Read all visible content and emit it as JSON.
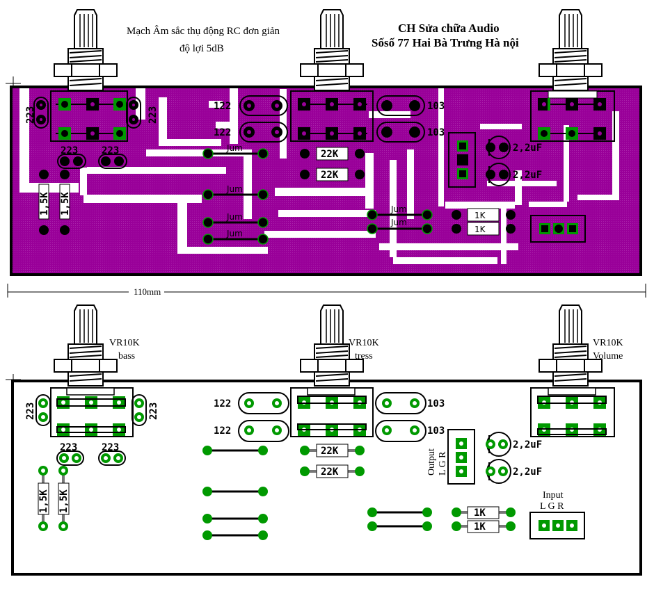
{
  "header": {
    "title_line1": "Mạch Âm sắc thụ động RC đơn giản",
    "title_line2": "độ lợi 5dB",
    "shop_line1": "CH  Sửa chữa Audio",
    "shop_line2": "Sốsố 77 Hai Bà Trưng Hà nội"
  },
  "colors": {
    "copper": "#990099",
    "pad_green": "#009900",
    "silkscreen": "#000000",
    "background": "#ffffff"
  },
  "dimension": {
    "label": "110mm"
  },
  "copper_view": {
    "cap_labels": [
      "223",
      "223",
      "223",
      "223",
      "122",
      "122",
      "103",
      "103"
    ],
    "resistors": {
      "r1": "1,5K",
      "r2": "1,5K",
      "r3": "22K",
      "r4": "22K",
      "r5": "1K",
      "r6": "1K"
    },
    "electrolytic": {
      "c1": "2,2uF",
      "c2": "2,2uF"
    },
    "jumper_label": "Jum"
  },
  "component_view": {
    "pots": [
      {
        "value": "VR10K",
        "name": "bass"
      },
      {
        "value": "VR10K",
        "name": "tress"
      },
      {
        "value": "VR10K",
        "name": "Volume"
      }
    ],
    "cap_labels": [
      "223",
      "223",
      "223",
      "223",
      "122",
      "122",
      "103",
      "103"
    ],
    "resistors": {
      "r1": "1,5K",
      "r2": "1,5K",
      "r3": "22K",
      "r4": "22K",
      "r5": "1K",
      "r6": "1K"
    },
    "electrolytic": {
      "c1": "2,2uF",
      "c2": "2,2uF"
    },
    "output_connector": {
      "title": "Output",
      "pins": "L G R"
    },
    "input_connector": {
      "title": "Input",
      "pins": "L G R"
    }
  }
}
